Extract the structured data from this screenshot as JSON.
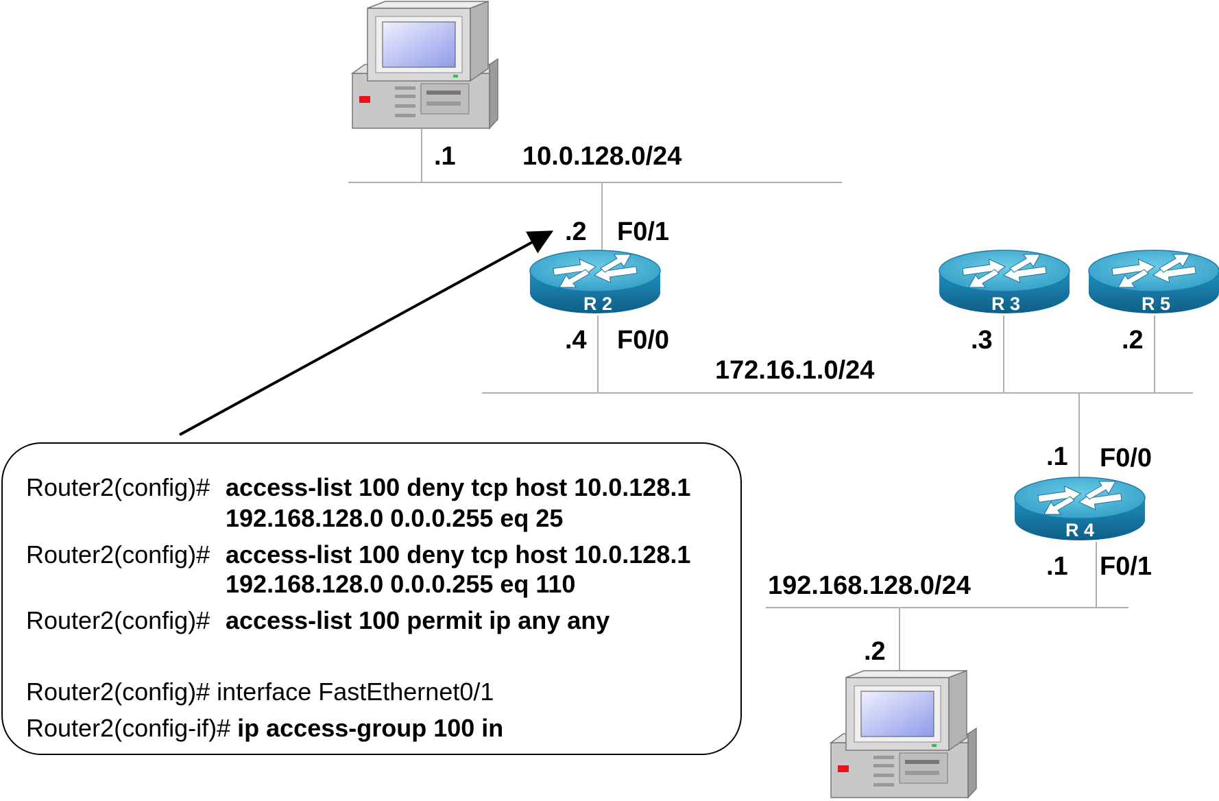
{
  "networks": {
    "top": "10.0.128.0/24",
    "middle": "172.16.1.0/24",
    "bottom": "192.168.128.0/24"
  },
  "hosts": {
    "top_pc": {
      "addr": ".1"
    },
    "bottom_pc": {
      "addr": ".2"
    }
  },
  "routers": {
    "r2": {
      "name": "R 2",
      "upper_addr": ".2",
      "upper_if": "F0/1",
      "lower_addr": ".4",
      "lower_if": "F0/0"
    },
    "r3": {
      "name": "R 3",
      "addr": ".3"
    },
    "r5": {
      "name": "R 5",
      "addr": ".2"
    },
    "r4": {
      "name": "R 4",
      "upper_addr": ".1",
      "upper_if": "F0/0",
      "lower_addr": ".1",
      "lower_if": "F0/1"
    }
  },
  "config": {
    "lines": [
      {
        "prompt": "Router2(config)#",
        "command": "access-list 100 deny tcp host 10.0.128.1",
        "continuation": "192.168.128.0 0.0.0.255 eq 25"
      },
      {
        "prompt": "Router2(config)#",
        "command": "access-list 100 deny tcp host 10.0.128.1",
        "continuation": "192.168.128.0 0.0.0.255 eq 110"
      },
      {
        "prompt": "Router2(config)#",
        "command": "access-list 100 permit ip any any"
      },
      {
        "prompt": "Router2(config)#",
        "command": "interface FastEthernet0/1"
      },
      {
        "prompt": "Router2(config-if)#",
        "command": "ip access-group 100 in"
      }
    ]
  },
  "colors": {
    "router_body": "#1a7ca8",
    "router_top": "#47b5d6",
    "screen": "#a9b3f0",
    "pc_case": "#d6d6d6",
    "line": "#b0b0b0"
  }
}
